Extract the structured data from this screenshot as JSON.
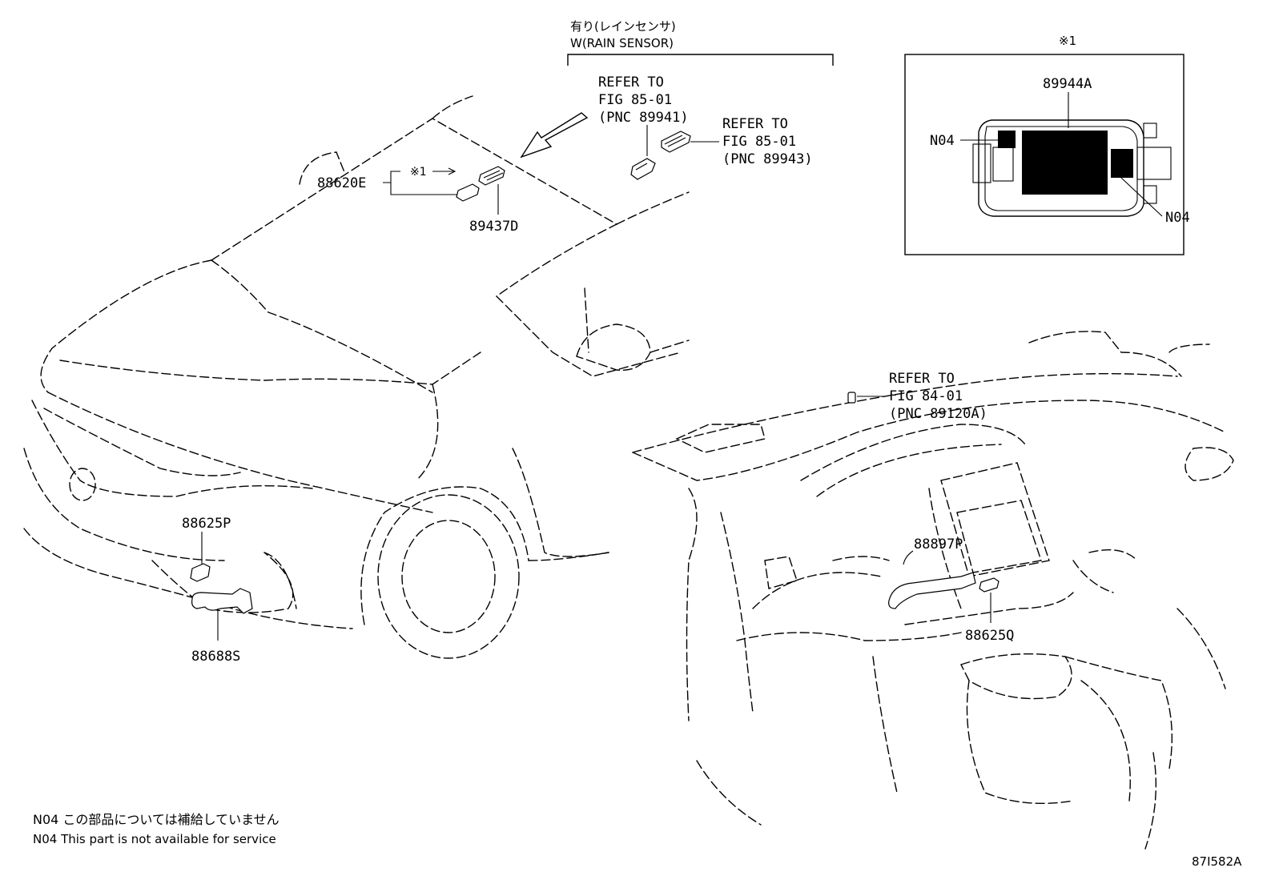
{
  "header": {
    "jp": "有り(レインセンサ)",
    "en": "W(RAIN SENSOR)"
  },
  "inset": {
    "mark": "※1",
    "part_label": "89944A",
    "n04_left": "N04",
    "n04_right": "N04"
  },
  "windshield": {
    "label_88620e": "88620E",
    "mark": "※1",
    "label_89437d": "89437D"
  },
  "refer_85_01_a": {
    "line1": "REFER TO",
    "line2": "FIG 85-01",
    "line3": "(PNC 89941)"
  },
  "refer_85_01_b": {
    "line1": "REFER TO",
    "line2": "FIG 85-01",
    "line3": "(PNC 89943)"
  },
  "refer_84_01": {
    "line1": "REFER TO",
    "line2": "FIG 84-01",
    "line3": "(PNC 89120A)"
  },
  "parts": {
    "p88625p": "88625P",
    "p88688s": "88688S",
    "p88897p": "88897P",
    "p88625q": "88625Q"
  },
  "notes": {
    "jp": "N04 この部品については補給していません",
    "en": "N04 This part is not available for service"
  },
  "figure_id": "87I582A",
  "colors": {
    "ink": "#000000",
    "paper": "#ffffff"
  }
}
